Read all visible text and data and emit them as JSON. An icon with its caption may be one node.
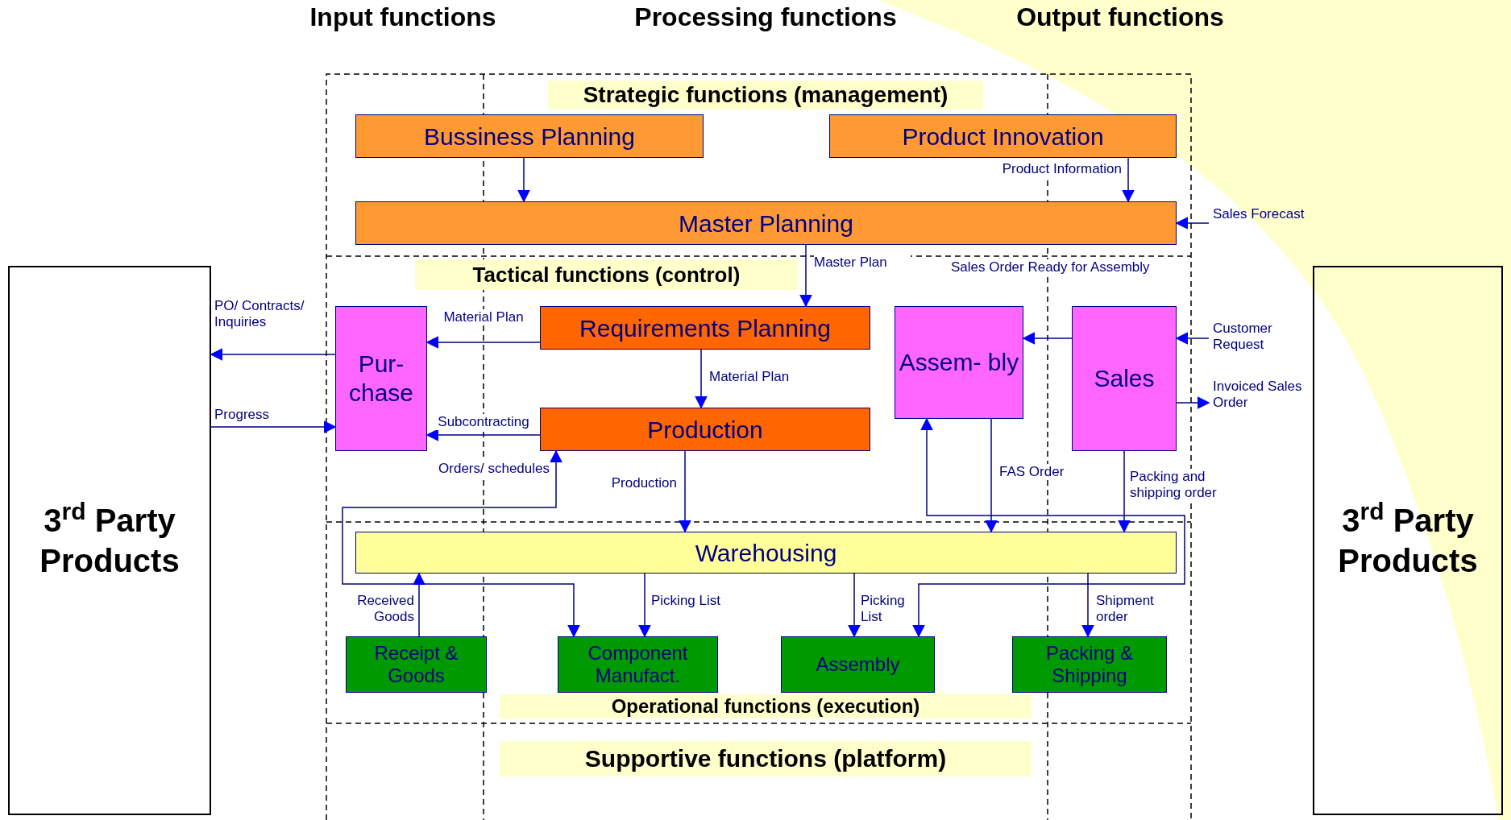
{
  "diagram": {
    "nodes": [
      {
        "text": [
          "Bussiness Planning"
        ]
      },
      {
        "text": [
          "Product Innovation"
        ]
      },
      {
        "text": [
          "Master Planning"
        ]
      },
      {
        "text": [
          "3$^{rd}$ Party Products"
        ]
      },
      {
        "text": [
          "Pur- chase"
        ]
      },
      {
        "text": [
          "Requirements Planning"
        ]
      },
      {
        "text": [
          "Production"
        ]
      },
      {
        "text": [
          "Assem- bly"
        ]
      },
      {
        "text": [
          "Sales"
        ]
      },
      {
        "text": [
          "3$^{rd}$ Party Products"
        ]
      },
      {
        "text": [
          "Warehousing"
        ]
      },
      {
        "text": [
          "Receipt & Goods"
        ]
      },
      {
        "text": [
          "Component Manufact."
        ]
      },
      {
        "text": [
          "Assembly"
        ]
      },
      {
        "text": [
          "Packing & Shipping"
        ]
      }
    ],
    "edges": [
      {
        "from": 0,
        "to": 2,
        "arrow": "to"
      },
      {
        "from": 1,
        "to": 2,
        "arrow": "to",
        "label": "Product Information"
      },
      {
        "from": null,
        "to": 2,
        "arrow": "to",
        "label": "Sales Forecast"
      },
      {
        "from": 2,
        "to": 5,
        "arrow": "to",
        "label": "Master Plan"
      },
      {
        "from": 5,
        "to": 4,
        "arrow": "to",
        "label": "Material Plan"
      },
      {
        "from": 4,
        "to": 3,
        "arrow": "to",
        "label": "PO/ Contracts/ Inquiries"
      },
      {
        "from": 3,
        "to": 4,
        "arrow": "to",
        "label": "Progress"
      },
      {
        "from": 6,
        "to": 4,
        "arrow": "to",
        "label": "Subcontracting"
      },
      {
        "from": 5,
        "to": 6,
        "arrow": "to",
        "label": "Material Plan"
      },
      {
        "from": 8,
        "to": 7,
        "arrow": "to",
        "label": "Sales Order Ready for Assembly"
      },
      {
        "from": null,
        "to": 8,
        "arrow": "to",
        "label": "Customer Request"
      },
      {
        "from": 8,
        "to": null,
        "arrow": "to",
        "label": "Invoiced Sales Order"
      },
      {
        "from": 6,
        "to": 10,
        "arrow": "to",
        "label": "Production"
      },
      {
        "from": 6,
        "to": 12,
        "arrow": "both",
        "label": "Orders/ schedules"
      },
      {
        "from": 7,
        "to": 13,
        "arrow": "both"
      },
      {
        "from": 7,
        "to": 10,
        "arrow": "to",
        "label": "FAS Order"
      },
      {
        "from": 8,
        "to": 10,
        "arrow": "to",
        "label": "Packing and shipping order"
      },
      {
        "from": 11,
        "to": 10,
        "arrow": "to",
        "label": "Received Goods"
      },
      {
        "from": 10,
        "to": 12,
        "arrow": "to",
        "label": "Picking List"
      },
      {
        "from": 10,
        "to": 13,
        "arrow": "to",
        "label": "Picking List"
      },
      {
        "from": 10,
        "to": 14,
        "arrow": "to",
        "label": "Shipment order"
      }
    ],
    "labels": [
      "Input functions",
      "Processing functions",
      "Output functions",
      "Strategic functions (management)",
      "Tactical functions (control)",
      "Operational functions (execution)",
      "Supportive functions (platform)"
    ]
  }
}
